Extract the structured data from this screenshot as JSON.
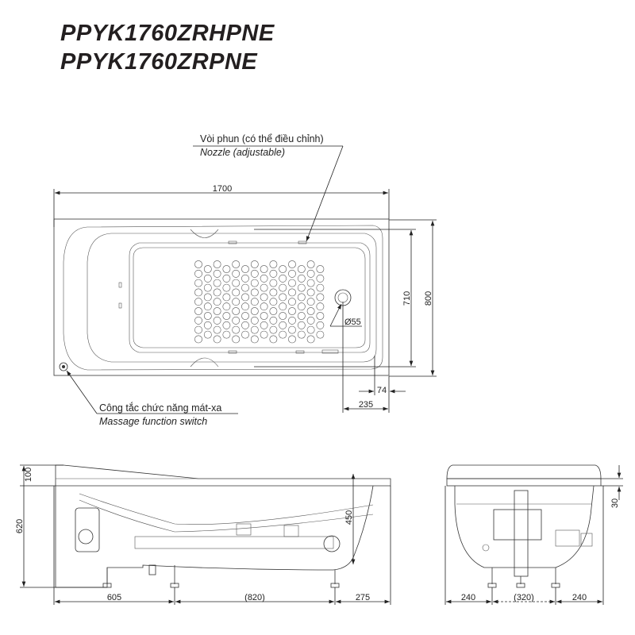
{
  "titles": [
    "PPYK1760ZRHPNE",
    "PPYK1760ZRPNE"
  ],
  "callouts": {
    "nozzle_vi": "Vòi phun (có thể điều chỉnh)",
    "nozzle_en": "Nozzle (adjustable)",
    "switch_vi": "Công tắc chức năng mát-xa",
    "switch_en": "Massage function switch",
    "drain": "Ø55"
  },
  "top_view": {
    "length": "1700",
    "inner_width": "710",
    "width": "800",
    "rim_offset": "74",
    "drain_offset": "235"
  },
  "side_view": {
    "headrest": "100",
    "height": "620",
    "depth": "450",
    "left": "605",
    "middle": "(820)",
    "right": "275"
  },
  "end_view": {
    "rim": "30",
    "left": "240",
    "middle": "(320)",
    "right": "240"
  }
}
